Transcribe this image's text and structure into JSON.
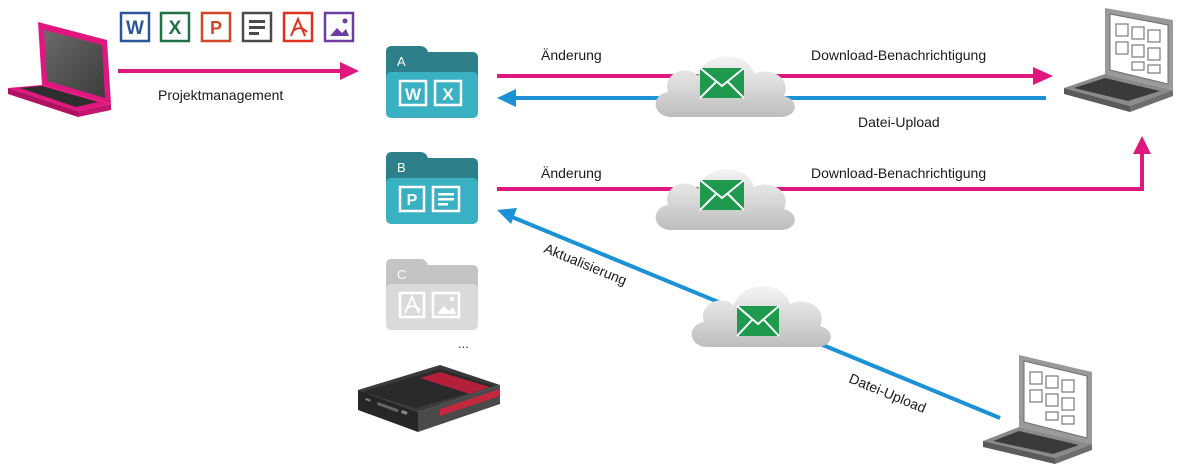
{
  "labels": {
    "project_management": "Projektmanagement",
    "change_a": "Änderung",
    "download_notice_a": "Download-Benachrichtigung",
    "upload_a": "Datei-Upload",
    "change_b": "Änderung",
    "download_notice_b": "Download-Benachrichtigung",
    "update": "Aktualisierung",
    "upload_c": "Datei-Upload",
    "more": "..."
  },
  "folders": [
    {
      "letter": "A",
      "icons": [
        "word-doc-icon",
        "excel-doc-icon"
      ],
      "state": "active"
    },
    {
      "letter": "B",
      "icons": [
        "powerpoint-doc-icon",
        "text-doc-icon"
      ],
      "state": "active"
    },
    {
      "letter": "C",
      "icons": [
        "pdf-doc-icon",
        "image-doc-icon"
      ],
      "state": "inactive"
    }
  ],
  "file_type_icons": [
    {
      "icon": "word-icon",
      "glyph": "W",
      "color": "#2b579a"
    },
    {
      "icon": "excel-icon",
      "glyph": "X",
      "color": "#217346"
    },
    {
      "icon": "powerpoint-icon",
      "glyph": "P",
      "color": "#d24726"
    },
    {
      "icon": "text-icon",
      "glyph": "",
      "color": "#4a4a4a"
    },
    {
      "icon": "pdf-icon",
      "glyph": "",
      "color": "#e0301e"
    },
    {
      "icon": "image-icon",
      "glyph": "",
      "color": "#6f3ca0"
    }
  ],
  "colors": {
    "magenta": "#e0177e",
    "blue": "#1b91d6",
    "folder": "#3ab0c3",
    "folder_dark": "#2d7f8a",
    "folder_inactive": "#d8d8d8",
    "envelope": "#1d9a4e",
    "cloud": "#c9c9c9"
  }
}
